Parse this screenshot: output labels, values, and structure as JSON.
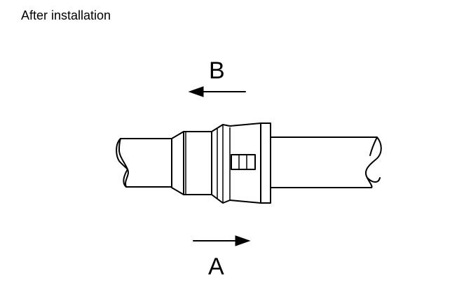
{
  "caption": "After installation",
  "arrows": {
    "upper": {
      "label": "B",
      "direction": "left"
    },
    "lower": {
      "label": "A",
      "direction": "right"
    }
  },
  "diagram": {
    "subject": "pipe-quick-connector",
    "line_color": "#000000",
    "background_color": "#ffffff"
  }
}
